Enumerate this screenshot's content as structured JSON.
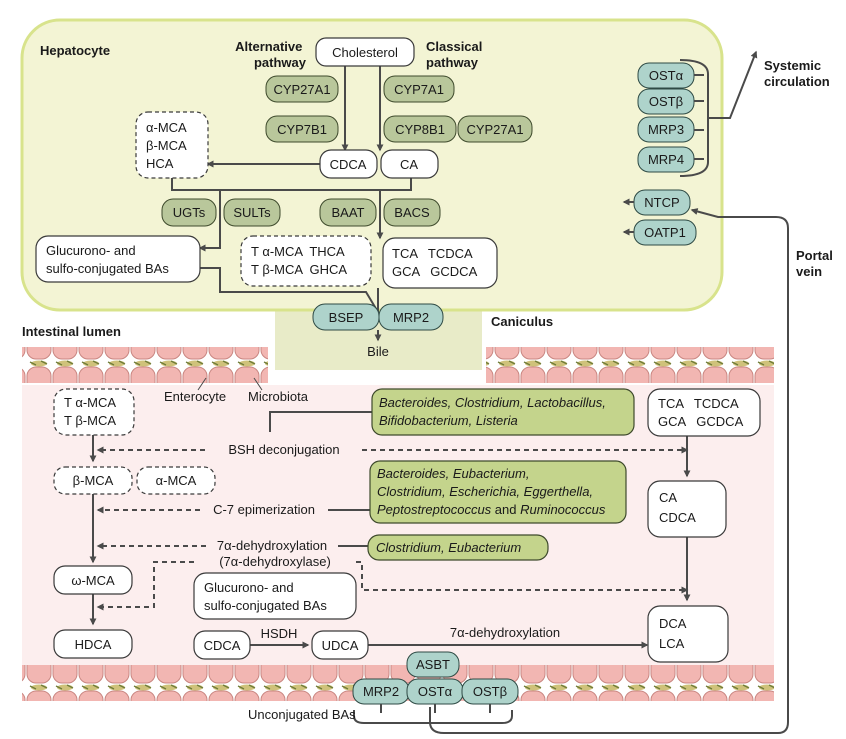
{
  "hepatocyte": {
    "label": "Hepatocyte",
    "alt_pathway": [
      "Alternative",
      "pathway"
    ],
    "classical_pathway": [
      "Classical",
      "pathway"
    ],
    "cholesterol": "Cholesterol",
    "cyp27a1": "CYP27A1",
    "cyp7a1": "CYP7A1",
    "cyp7b1": "CYP7B1",
    "cyp8b1": "CYP8B1",
    "cyp27a1_b": "CYP27A1",
    "mca_box": [
      "α-MCA",
      "β-MCA",
      "HCA"
    ],
    "cdca": "CDCA",
    "ca": "CA",
    "ugts": "UGTs",
    "sults": "SULTs",
    "baat": "BAAT",
    "bacs": "BACS",
    "glucurono": [
      "Glucurono- and",
      "sulfo-conjugated BAs"
    ],
    "tauro": [
      "T α-MCA  THCA",
      "T β-MCA  GHCA"
    ],
    "conjugated": [
      "TCA   TCDCA",
      "GCA   GCDCA"
    ]
  },
  "transporters": {
    "ost_a": "OSTα",
    "ost_b": "OSTβ",
    "mrp3": "MRP3",
    "mrp4": "MRP4",
    "ntcp": "NTCP",
    "oatp1": "OATP1",
    "bsep": "BSEP",
    "mrp2": "MRP2"
  },
  "labels": {
    "systemic": [
      "Systemic",
      "circulation"
    ],
    "portal": [
      "Portal",
      "vein"
    ],
    "caniculus": "Caniculus",
    "bile": "Bile",
    "intestinal_lumen": "Intestinal lumen",
    "enterocyte": "Enterocyte",
    "microbiota": "Microbiota",
    "unconjugated": "Unconjugated BAs"
  },
  "intestine": {
    "t_mca": [
      "T α-MCA",
      "T β-MCA"
    ],
    "bsh": "BSH deconjugation",
    "bact1": [
      "Bacteroides, Clostridium, Lactobacillus,",
      "Bifidobacterium, Listeria"
    ],
    "tca_box": [
      "TCA   TCDCA",
      "GCA   GCDCA"
    ],
    "b_mca": "β-MCA",
    "a_mca": "α-MCA",
    "c7": "C-7 epimerization",
    "bact2_l1": "Bacteroides, Eubacterium,",
    "bact2_l2": "Clostridium, Escherichia, Eggerthella,",
    "bact2_l3_a": "Peptostreptococcus",
    "bact2_l3_b": " and ",
    "bact2_l3_c": "Ruminococcus",
    "ca_cdca": [
      "CA",
      "CDCA"
    ],
    "dehydrox": "7α-dehydroxylation",
    "bact3": "Clostridium, Eubacterium",
    "dehydroxylase": "(7α-dehydroxylase)",
    "w_mca": "ω-MCA",
    "glucurono": [
      "Glucurono- and",
      "sulfo-conjugated BAs"
    ],
    "hdca": "HDCA",
    "cdca": "CDCA",
    "hsdh": "HSDH",
    "udca": "UDCA",
    "dehydrox2": "7α-dehydroxylation",
    "dca_lca": [
      "DCA",
      "LCA"
    ],
    "asbt": "ASBT",
    "mrp2": "MRP2",
    "ost_a": "OSTα",
    "ost_b": "OSTβ"
  },
  "colors": {
    "hepatocyte_fill": "#f3f4d4",
    "hepatocyte_border": "#d8e38c",
    "canaliculus_fill": "#e8ebc8",
    "lumen_fill": "#fceeee",
    "enterocyte_cell": "#f2b6b2",
    "enzyme": "#b9c79b",
    "transporter": "#aed3cb",
    "bacteria_box": "#c4d48c"
  }
}
